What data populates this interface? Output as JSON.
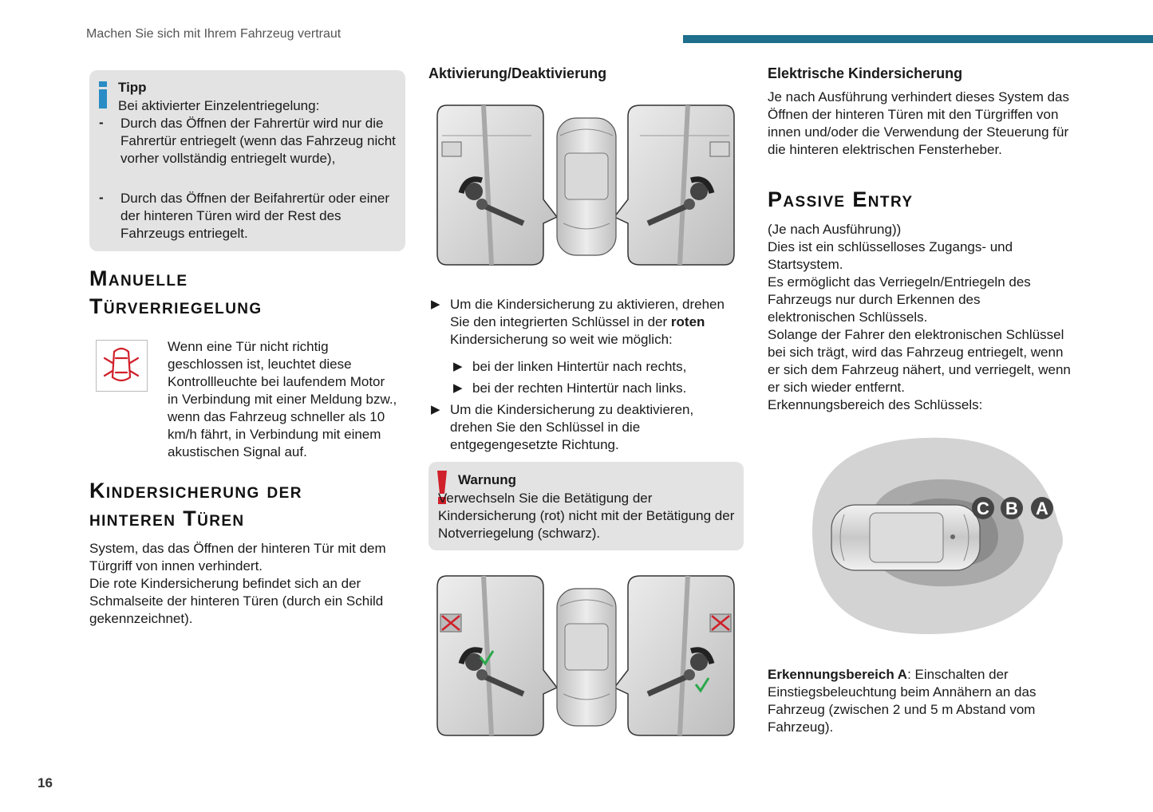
{
  "header": {
    "running_title": "Machen Sie sich mit Ihrem Fahrzeug vertraut",
    "page_number": "16",
    "accent_color": "#1e6e8c"
  },
  "tip": {
    "icon": "info-icon",
    "title": "Tipp",
    "intro": "Bei aktivierter Einzelentriegelung:",
    "items": [
      "Durch das Öffnen der Fahrertür wird nur die Fahrertür entriegelt (wenn das Fahrzeug nicht vorher vollständig entriegelt wurde),",
      "Durch das Öffnen der Beifahrertür oder einer der hinteren Türen wird der Rest des Fahrzeugs entriegelt."
    ]
  },
  "manual_lock": {
    "title_line1": "Manuelle",
    "title_line2": "Türverriegelung",
    "icon": "door-open-warning-icon",
    "text": "Wenn eine Tür nicht richtig geschlossen ist, leuchtet diese Kontrollleuchte bei laufendem Motor in Verbindung mit einer Meldung bzw., wenn das Fahrzeug schneller als 10 km/h fährt, in Verbindung mit einem akustischen Signal auf."
  },
  "child_lock": {
    "title_line1": "Kindersicherung der",
    "title_line2": "hinteren Türen",
    "text1": "System, das das Öffnen der hinteren Tür mit dem Türgriff von innen verhindert.",
    "text2": "Die rote Kindersicherung befindet sich an der Schmalseite der hinteren Türen (durch ein Schild gekennzeichnet)."
  },
  "activation": {
    "title": "Aktivierung/Deaktivierung",
    "bullet1_a": "Um die Kindersicherung zu aktivieren, drehen Sie den integrierten Schlüssel in der",
    "bullet1_bold": "roten",
    "bullet1_b": "Kindersicherung so weit wie möglich:",
    "sub1": "bei der linken Hintertür nach rechts,",
    "sub2": "bei der rechten Hintertür nach links.",
    "bullet2": "Um die Kindersicherung zu deaktivieren, drehen Sie den Schlüssel in die entgegengesetzte Richtung."
  },
  "warning": {
    "icon": "exclamation-icon",
    "title": "Warnung",
    "text": "Verwechseln Sie die Betätigung der Kindersicherung (rot) nicht mit der Betätigung der Notverriegelung (schwarz).",
    "accent_color": "#d0202a"
  },
  "electric_lock": {
    "title": "Elektrische Kindersicherung",
    "text": "Je nach Ausführung verhindert dieses System das Öffnen der hinteren Türen mit den Türgriffen von innen und/oder die Verwendung der Steuerung für die hinteren elektrischen Fensterheber."
  },
  "passive_entry": {
    "title": "Passive Entry",
    "p1": "(Je nach Ausführung))",
    "p2": "Dies ist ein schlüsselloses Zugangs- und Startsystem.",
    "p3": "Es ermöglicht das Verriegeln/Entriegeln des Fahrzeugs nur durch Erkennen des elektronischen Schlüssels.",
    "p4": "Solange der Fahrer den elektronischen Schlüssel bei sich trägt, wird das Fahrzeug entriegelt, wenn er sich dem Fahrzeug nähert, und verriegelt, wenn er sich wieder entfernt.",
    "p5": "Erkennungsbereich des Schlüssels:",
    "zone_labels": [
      "C",
      "B",
      "A"
    ],
    "zone_a_bold": "Erkennungsbereich A",
    "zone_a_text": ": Einschalten der Einstiegsbeleuchtung beim Annähern an das Fahrzeug (zwischen 2 und 5 m Abstand vom Fahrzeug)."
  }
}
